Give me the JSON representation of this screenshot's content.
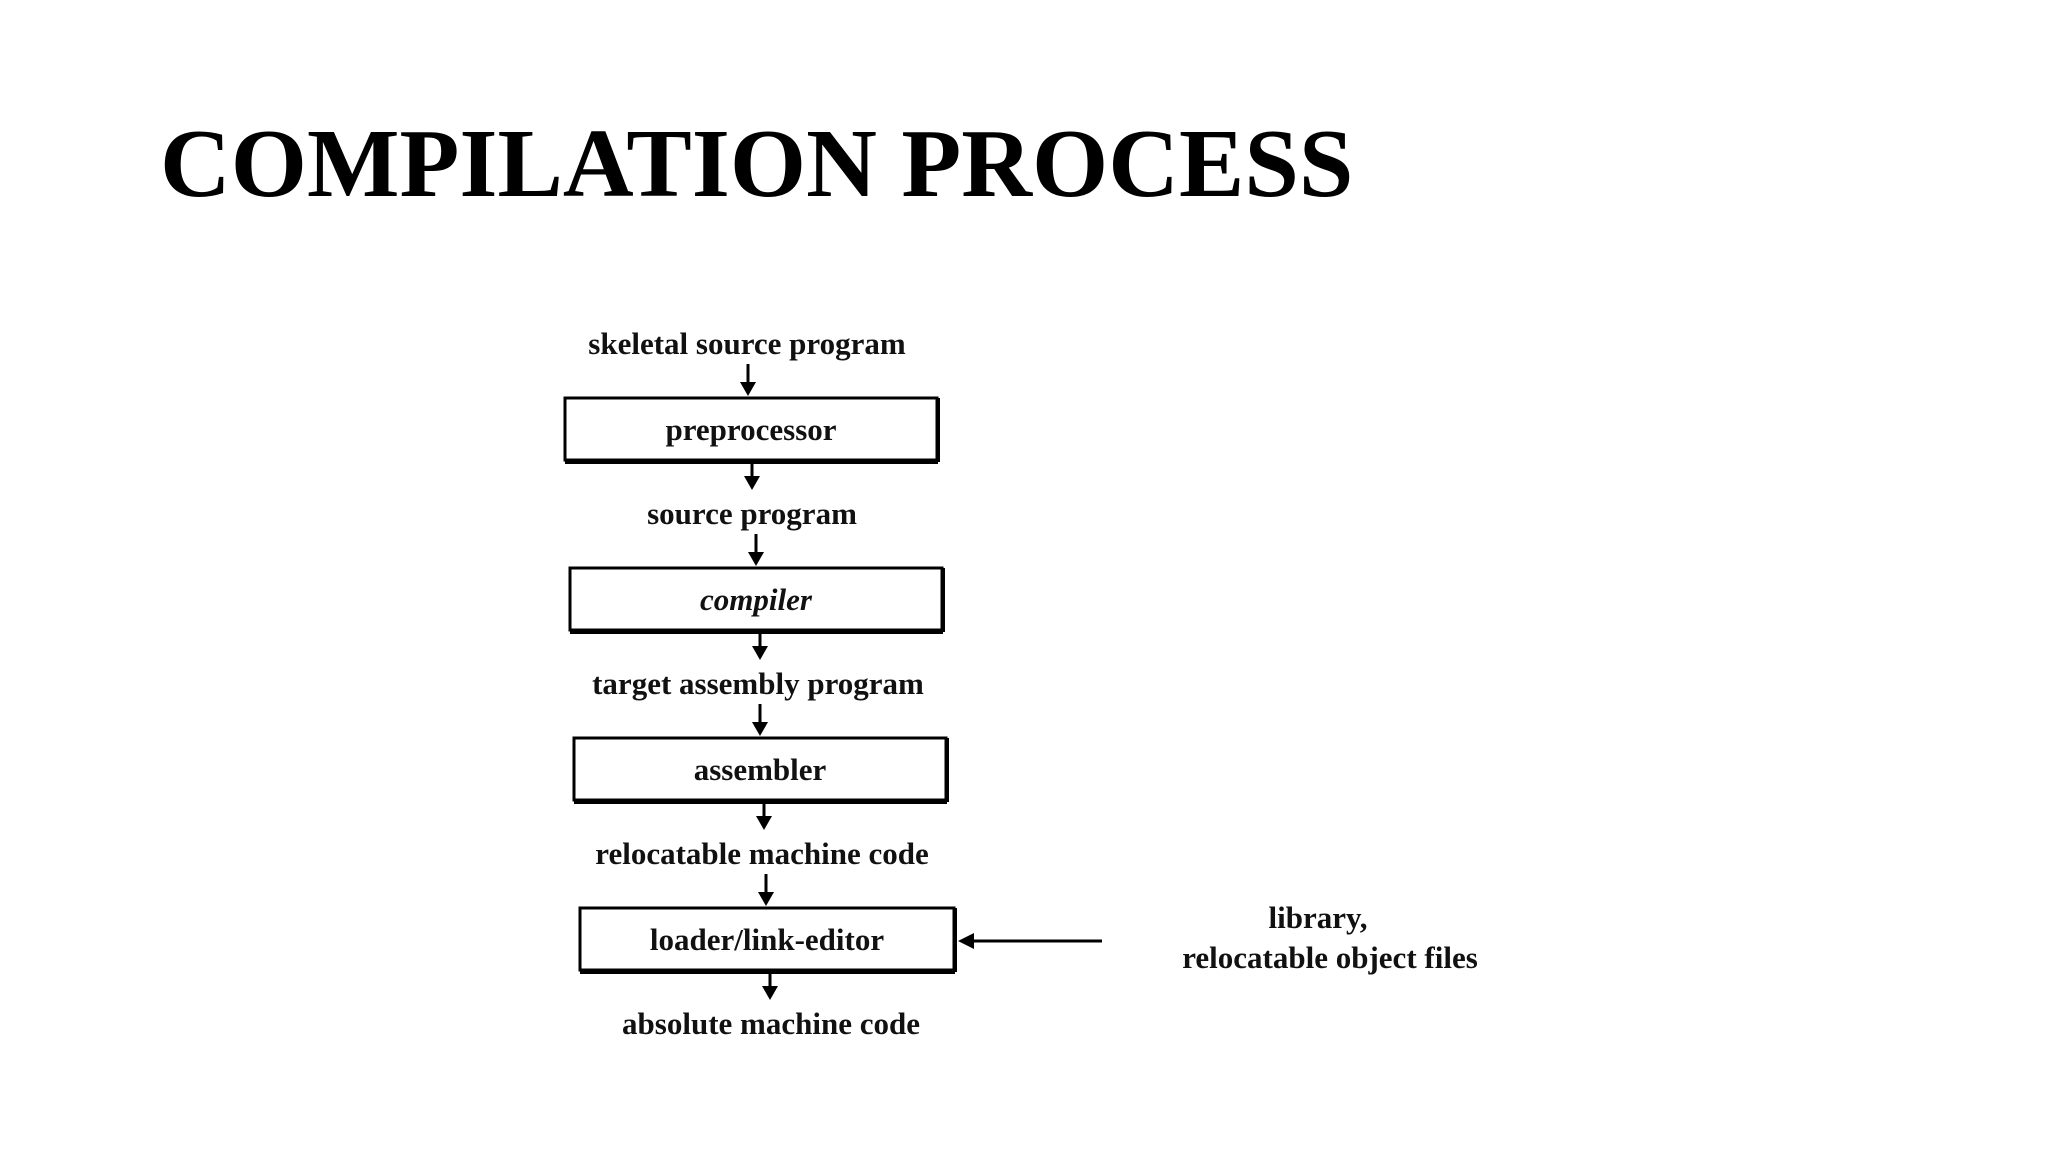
{
  "title": "COMPILATION PROCESS",
  "flow": {
    "stage_labels": {
      "skeletal_source": "skeletal source program",
      "source_program": "source program",
      "target_assembly": "target assembly program",
      "relocatable_code": "relocatable machine code",
      "absolute_code": "absolute machine code"
    },
    "boxes": {
      "preprocessor": "preprocessor",
      "compiler": "compiler",
      "assembler": "assembler",
      "loader": "loader/link-editor"
    },
    "side_input": {
      "line1": "library,",
      "line2": "relocatable object files"
    }
  }
}
